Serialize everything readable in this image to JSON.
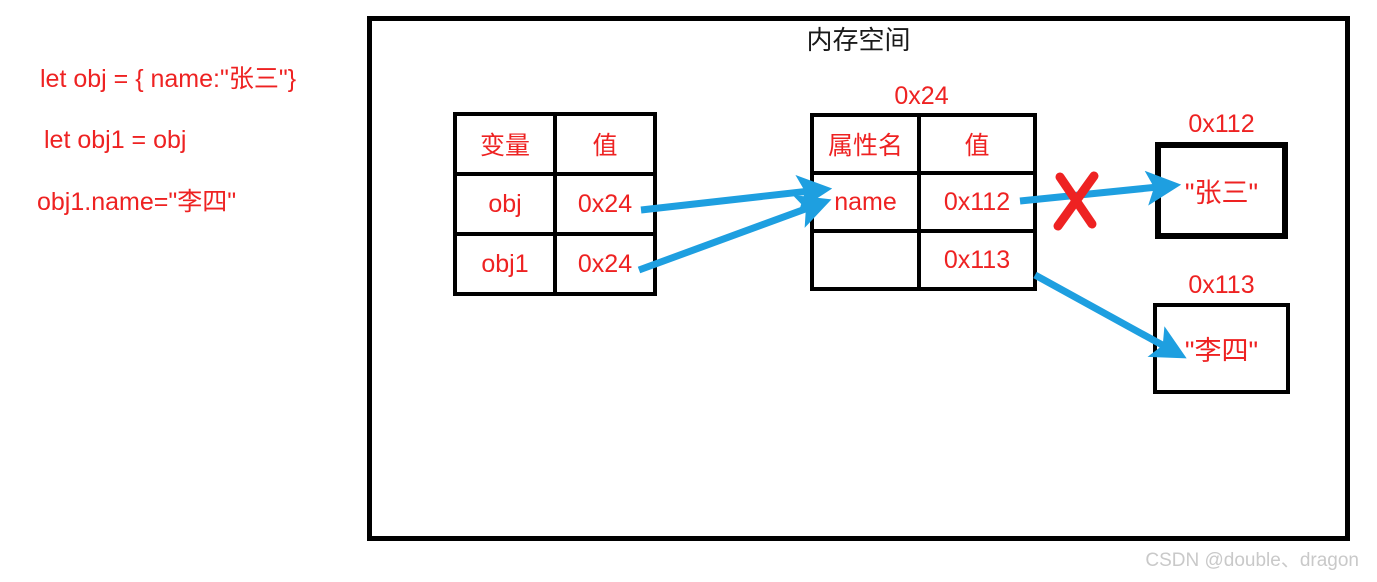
{
  "code_snippet": {
    "lines": [
      "let obj = { name:\"张三\"}",
      "let obj1 = obj",
      "obj1.name=\"李四\""
    ]
  },
  "memory": {
    "title": "内存空间",
    "stack_table": {
      "headers": [
        "变量",
        "值"
      ],
      "rows": [
        [
          "obj",
          "0x24"
        ],
        [
          "obj1",
          "0x24"
        ]
      ]
    },
    "heap_table": {
      "caption": "0x24",
      "headers": [
        "属性名",
        "值"
      ],
      "rows": [
        [
          "name",
          "0x112"
        ],
        [
          "",
          "0x113"
        ]
      ]
    },
    "value_boxes": [
      {
        "address": "0x112",
        "value": "\"张三\""
      },
      {
        "address": "0x113",
        "value": "\"李四\""
      }
    ]
  },
  "annotations": {
    "invalidation_mark": "✕"
  },
  "colors": {
    "text_red": "#ee2222",
    "arrow_blue": "#1e9fe0",
    "border_black": "#000000",
    "title_black": "#1a1a1a",
    "watermark_gray": "#c9c9c9"
  },
  "watermark": "CSDN @double、dragon"
}
